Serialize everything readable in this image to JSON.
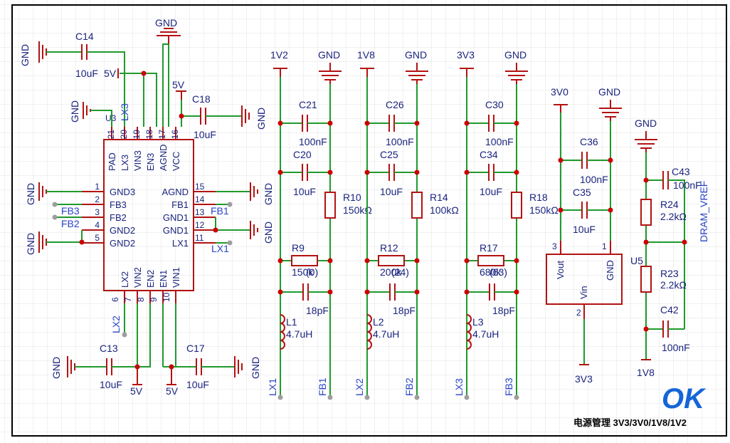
{
  "title_block": {
    "caption": "电源管理 3V3/3V0/1V8/1V2",
    "status": "OK"
  },
  "colors": {
    "wire": "#1f9a2c",
    "symbol": "#b31212",
    "text": "#1a237e",
    "net_label": "#2945c7",
    "junction": "#cc0000",
    "grid": "#e3e3e3",
    "ok": "#1565d8"
  },
  "components": {
    "u3": {
      "ref": "U3",
      "pins_left": [
        {
          "num": "1",
          "name": "GND3"
        },
        {
          "num": "2",
          "name": "FB3"
        },
        {
          "num": "3",
          "name": "FB2"
        },
        {
          "num": "4",
          "name": "GND2"
        },
        {
          "num": "5",
          "name": "GND2"
        }
      ],
      "pins_right": [
        {
          "num": "15",
          "name": "AGND"
        },
        {
          "num": "14",
          "name": "FB1"
        },
        {
          "num": "13",
          "name": "GND1"
        },
        {
          "num": "12",
          "name": "GND1"
        },
        {
          "num": "11",
          "name": "LX1"
        }
      ],
      "pins_top": [
        {
          "num": "21",
          "name": "PAD"
        },
        {
          "num": "20",
          "name": "LX3"
        },
        {
          "num": "19",
          "name": "VIN3"
        },
        {
          "num": "18",
          "name": "EN3"
        },
        {
          "num": "17",
          "name": "AGND"
        },
        {
          "num": "16",
          "name": "VCC"
        }
      ],
      "pins_bottom": [
        {
          "num": "6",
          "name": "LX2"
        },
        {
          "num": "7",
          "name": "VIN2"
        },
        {
          "num": "8",
          "name": "EN2"
        },
        {
          "num": "9",
          "name": "EN1"
        },
        {
          "num": "10",
          "name": "VIN1"
        }
      ]
    },
    "u5": {
      "ref": "U5",
      "pins": [
        {
          "num": "3",
          "name": "Vout"
        },
        {
          "num": "1",
          "name": "GND"
        },
        {
          "num": "2",
          "name": "Vin"
        }
      ]
    },
    "c14": {
      "ref": "C14",
      "value": "10uF"
    },
    "c18": {
      "ref": "C18",
      "value": "10uF"
    },
    "c13": {
      "ref": "C13",
      "value": "10uF"
    },
    "c17": {
      "ref": "C17",
      "value": "10uF"
    },
    "c21": {
      "ref": "C21",
      "value": "100nF"
    },
    "c20": {
      "ref": "C20",
      "value": "10uF"
    },
    "c26": {
      "ref": "C26",
      "value": "100nF"
    },
    "c25": {
      "ref": "C25",
      "value": "10uF"
    },
    "c30": {
      "ref": "C30",
      "value": "100nF"
    },
    "c34": {
      "ref": "C34",
      "value": "10uF"
    },
    "c36": {
      "ref": "C36",
      "value": "100nF"
    },
    "c35": {
      "ref": "C35",
      "value": "10uF"
    },
    "c43": {
      "ref": "C43",
      "value": "100nF"
    },
    "c42": {
      "ref": "C42",
      "value": "100nF"
    },
    "r10": {
      "ref": "R10",
      "value": "150kΩ"
    },
    "r14": {
      "ref": "R14",
      "value": "100kΩ"
    },
    "r18": {
      "ref": "R18",
      "value": "150kΩ"
    },
    "r9": {
      "ref": "R9",
      "value": "150k",
      "overlap": "(0)"
    },
    "r12": {
      "ref": "R12",
      "value": "200k",
      "overlap": "(24)"
    },
    "r17": {
      "ref": "R17",
      "value": "680k",
      "overlap": "(63)"
    },
    "r24": {
      "ref": "R24",
      "value": "2.2kΩ"
    },
    "r23": {
      "ref": "R23",
      "value": "2.2kΩ"
    },
    "c_ff9": {
      "value": "18pF"
    },
    "c_ff12": {
      "value": "18pF"
    },
    "c_ff17": {
      "value": "18pF"
    },
    "l1": {
      "ref": "L1",
      "value": "4.7uH"
    },
    "l2": {
      "ref": "L2",
      "value": "4.7uH"
    },
    "l3": {
      "ref": "L3",
      "value": "4.7uH"
    }
  },
  "nets": {
    "gnd": "GND",
    "v5": "5V",
    "v1v2": "1V2",
    "v1v8": "1V8",
    "v3v3": "3V3",
    "v3v0": "3V0",
    "lx1": "LX1",
    "lx2": "LX2",
    "lx3": "LX3",
    "fb1": "FB1",
    "fb2": "FB2",
    "fb3": "FB3",
    "dram_vref": "DRAM_VREF"
  }
}
